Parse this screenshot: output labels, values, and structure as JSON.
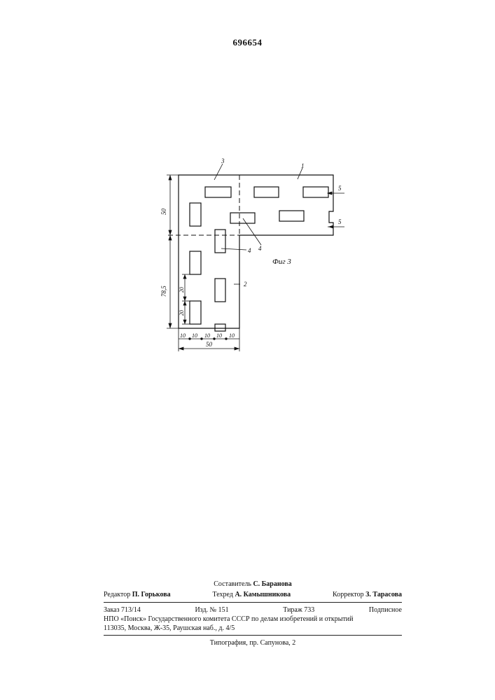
{
  "header": {
    "patent_number": "696654"
  },
  "figure": {
    "caption": "Фиг 3",
    "callouts": [
      "3",
      "1",
      "4",
      "2",
      "5",
      "5"
    ],
    "dimensions": {
      "top_part_height": "50",
      "lower_part_height": "78,5",
      "spacing_vertical": [
        "20",
        "20"
      ],
      "spacing_horizontal": [
        "10",
        "10",
        "10",
        "10",
        "10"
      ],
      "total_width": "50"
    }
  },
  "imprint": {
    "compiler": {
      "label": "Составитель",
      "name": "С. Баранова"
    },
    "editor": {
      "label": "Редактор",
      "name": "П. Горькова"
    },
    "techred": {
      "label": "Техред",
      "name": "А. Камышникова"
    },
    "corrector": {
      "label": "Корректор",
      "name": "З. Тарасова"
    },
    "order": "Заказ 713/14",
    "edition": "Изд. № 151",
    "print_run": "Тираж 733",
    "subscription": "Подписное",
    "publisher": "НПО «Поиск» Государственного комитета СССР по делам изобретений и открытий",
    "address": "113035, Москва, Ж-35, Раушская наб., д. 4/5",
    "printer": "Типография, пр. Сапунова, 2"
  }
}
